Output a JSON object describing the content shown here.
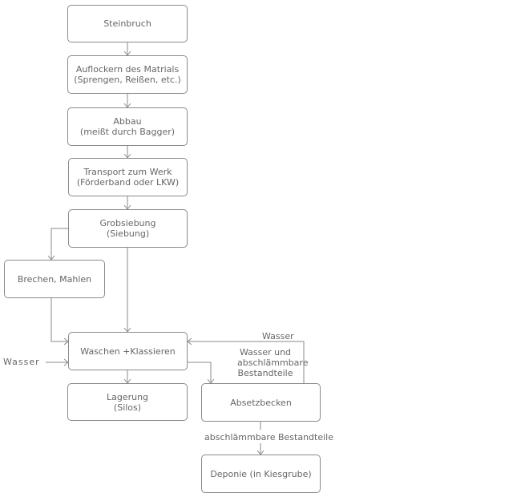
{
  "nodes": {
    "steinbruch": {
      "lines": [
        "Steinbruch"
      ]
    },
    "auflockern": {
      "lines": [
        "Auflockern des Matrials",
        "(Sprengen, Reißen, etc.)"
      ]
    },
    "abbau": {
      "lines": [
        "Abbau",
        "(meißt durch Bagger)"
      ]
    },
    "transport": {
      "lines": [
        "Transport zum Werk",
        "(Förderband oder LKW)"
      ]
    },
    "grobsiebung": {
      "lines": [
        "Grobsiebung",
        "(Siebung)"
      ]
    },
    "brechen": {
      "lines": [
        "Brechen, Mahlen"
      ]
    },
    "waschen": {
      "lines": [
        "Waschen +Klassieren"
      ]
    },
    "lagerung": {
      "lines": [
        "Lagerung",
        "(Silos)"
      ]
    },
    "absetzbecken": {
      "lines": [
        "Absetzbecken"
      ]
    },
    "deponie": {
      "lines": [
        "Deponie (in Kiesgrube)"
      ]
    }
  },
  "labels": {
    "wasser_in": {
      "lines": [
        "Wasser"
      ]
    },
    "wasser_return": {
      "lines": [
        "Wasser"
      ]
    },
    "wasser_und": {
      "lines": [
        "Wasser und",
        "abschlämmbare",
        "Bestandteile"
      ]
    },
    "abschlaemmbare": {
      "lines": [
        "abschlämmbare Bestandteile"
      ]
    }
  }
}
